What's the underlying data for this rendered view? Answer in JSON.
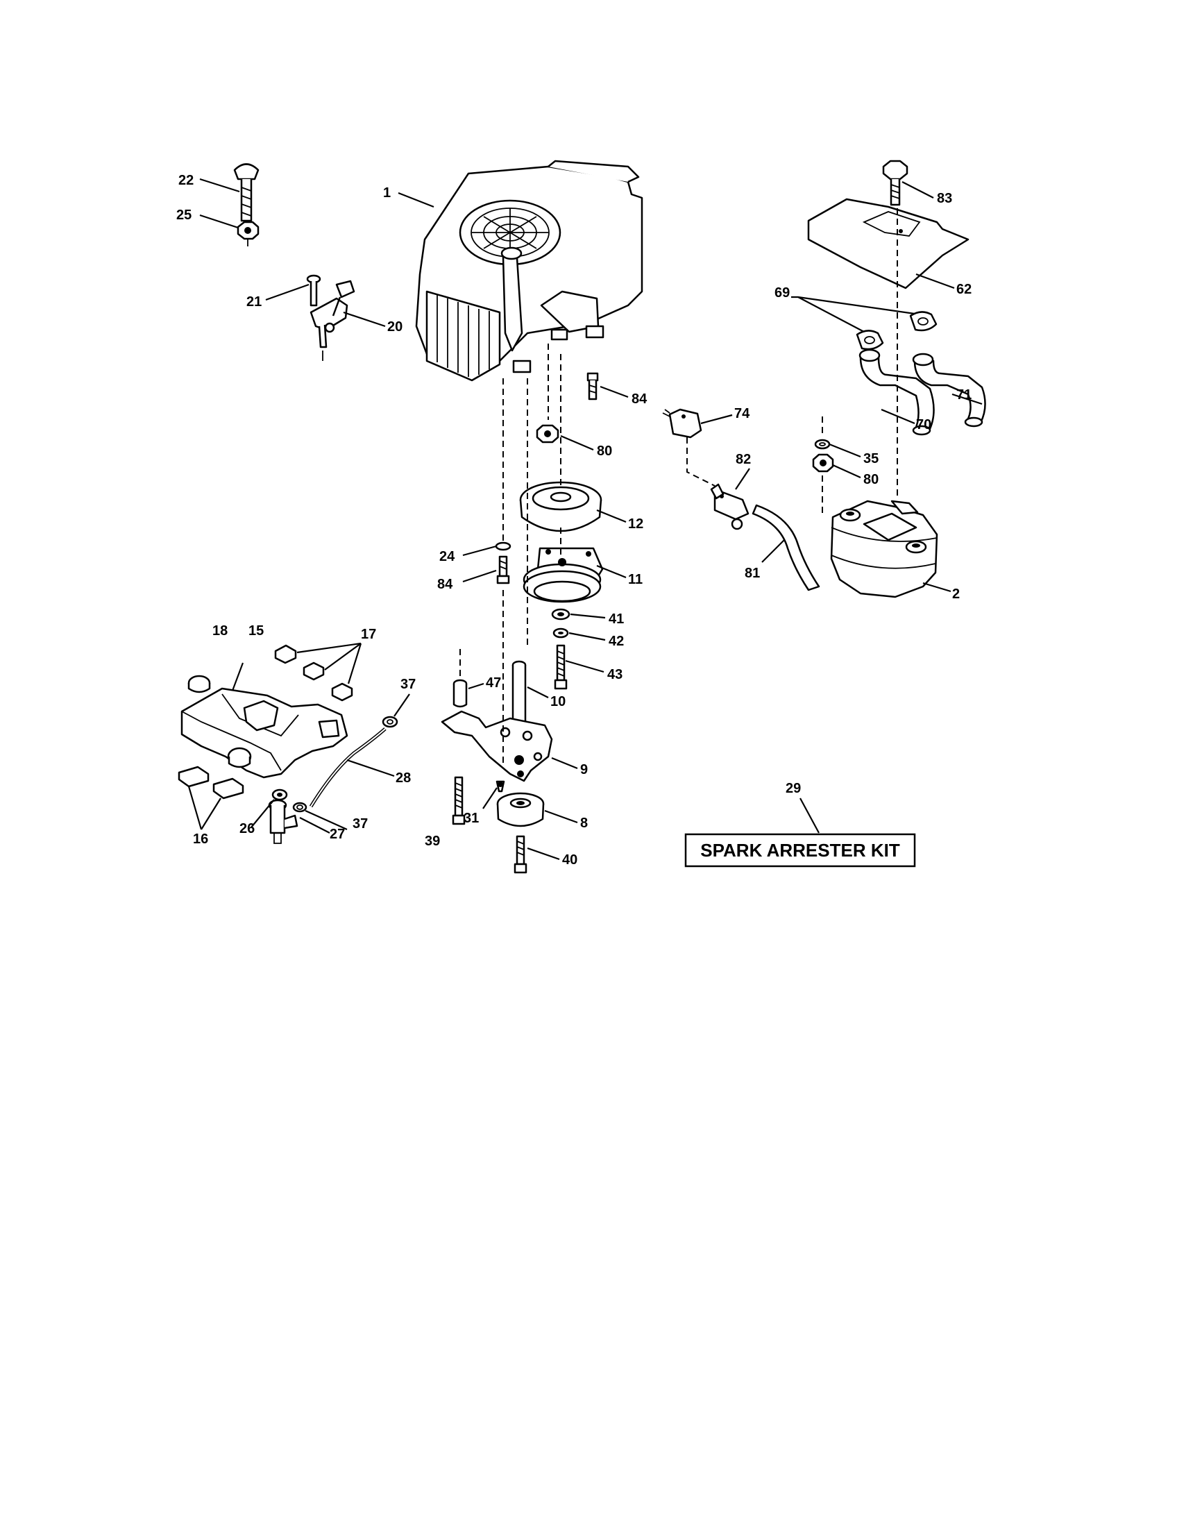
{
  "callouts": [
    {
      "id": "1",
      "label": "1"
    },
    {
      "id": "22",
      "label": "22"
    },
    {
      "id": "25",
      "label": "25"
    },
    {
      "id": "21",
      "label": "21"
    },
    {
      "id": "20",
      "label": "20"
    },
    {
      "id": "84a",
      "label": "84"
    },
    {
      "id": "80a",
      "label": "80"
    },
    {
      "id": "12",
      "label": "12"
    },
    {
      "id": "11",
      "label": "11"
    },
    {
      "id": "24",
      "label": "24"
    },
    {
      "id": "84b",
      "label": "84"
    },
    {
      "id": "41",
      "label": "41"
    },
    {
      "id": "42",
      "label": "42"
    },
    {
      "id": "43",
      "label": "43"
    },
    {
      "id": "10",
      "label": "10"
    },
    {
      "id": "47",
      "label": "47"
    },
    {
      "id": "9",
      "label": "9"
    },
    {
      "id": "8",
      "label": "8"
    },
    {
      "id": "31",
      "label": "31"
    },
    {
      "id": "39",
      "label": "39"
    },
    {
      "id": "40",
      "label": "40"
    },
    {
      "id": "18",
      "label": "18"
    },
    {
      "id": "15",
      "label": "15"
    },
    {
      "id": "17",
      "label": "17"
    },
    {
      "id": "16",
      "label": "16"
    },
    {
      "id": "26",
      "label": "26"
    },
    {
      "id": "27",
      "label": "27"
    },
    {
      "id": "37a",
      "label": "37"
    },
    {
      "id": "37b",
      "label": "37"
    },
    {
      "id": "28",
      "label": "28"
    },
    {
      "id": "83",
      "label": "83"
    },
    {
      "id": "62",
      "label": "62"
    },
    {
      "id": "69",
      "label": "69"
    },
    {
      "id": "71",
      "label": "71"
    },
    {
      "id": "70",
      "label": "70"
    },
    {
      "id": "35",
      "label": "35"
    },
    {
      "id": "80b",
      "label": "80"
    },
    {
      "id": "74",
      "label": "74"
    },
    {
      "id": "82",
      "label": "82"
    },
    {
      "id": "81",
      "label": "81"
    },
    {
      "id": "2",
      "label": "2"
    },
    {
      "id": "29",
      "label": "29"
    }
  ],
  "kit_box": {
    "label": "SPARK ARRESTER KIT"
  }
}
